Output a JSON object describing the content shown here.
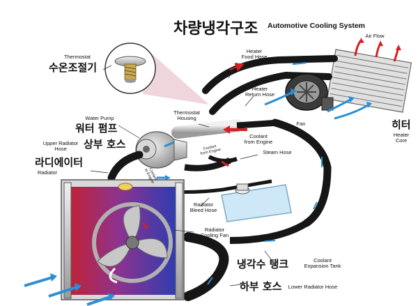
{
  "title": {
    "ko": "차량냉각구조",
    "en": "Automotive Cooling System"
  },
  "labels": {
    "thermostat_en": "Thermostat",
    "thermostat_ko": "수온조절기",
    "heater_food_hose": "Heater\nFood Hose",
    "air_flow": "Air Flow",
    "heater_return_hose": "Heater\nReturn Hose",
    "fan": "Fan",
    "heater_core_ko": "히터",
    "heater_core_en": "Heater\nCore",
    "water_pump_en": "Water Pump",
    "water_pump_ko": "워터 펌프",
    "thermostat_housing": "Thermostat\nHousing",
    "coolant_from_engine": "Coolant\nfrom Engine",
    "coolant_from_engine_small": "Coolant\nfrom Engine",
    "upper_radiator_hose_en": "Upper Radiator\nHose",
    "upper_radiator_hose_ko": "상부 호스",
    "steam_hose": "Steam Hose",
    "radiator_ko": "라디에이터",
    "radiator_en": "Radiator",
    "coolant_to_engine": "Coolant\nto Engine",
    "radiator_bleed_hose": "Radiator\nBleed Hose",
    "radiator_cooling_fan": "Radiator\nCooling Fan",
    "expansion_tank_ko": "냉각수 탱크",
    "expansion_tank_en": "Coolant\nExpansion Tank",
    "lower_hose_ko": "하부 호스",
    "lower_hose_en": "Lower Radiator Hose"
  },
  "colors": {
    "hose": "#161616",
    "heater_metal": "#c9c9c9",
    "hot_arrow": "#d42020",
    "cool_arrow": "#1e7fd0",
    "air_arrow": "#2a8fd6",
    "tank_fill": "#cfe8f7",
    "zoom_pink": "#e8c4cf",
    "radiator_red": "#c0182a",
    "radiator_blue": "#2235b0"
  }
}
